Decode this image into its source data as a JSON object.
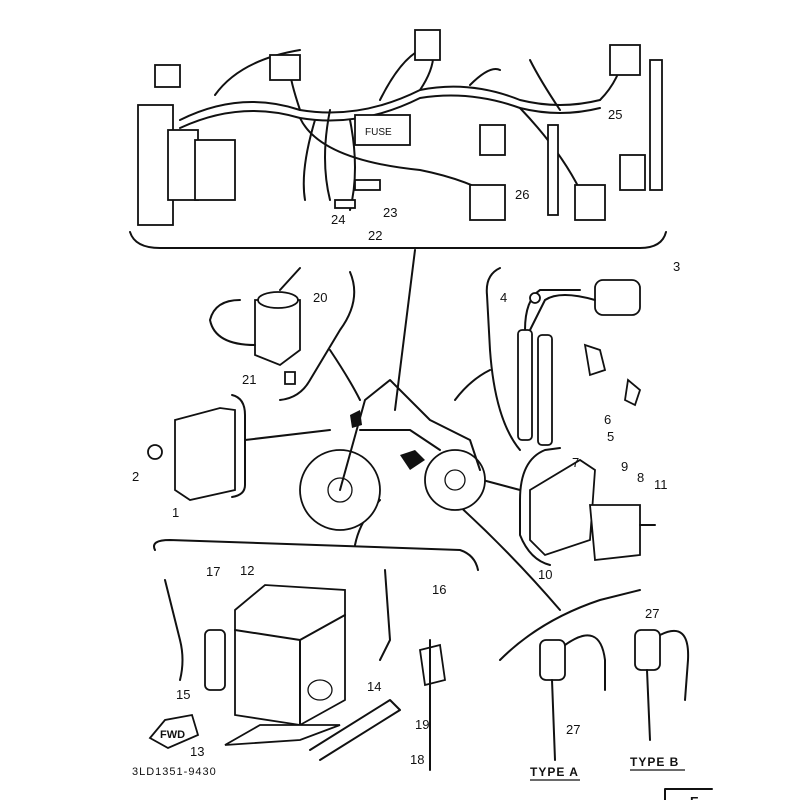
{
  "diagram": {
    "title_code": "3LD1351-9430",
    "fwd_label": "FWD",
    "fuse_label": "FUSE",
    "type_a": "TYPE A",
    "type_b": "TYPE B",
    "corner_mark": "E",
    "callouts": {
      "c1": "1",
      "c2": "2",
      "c3": "3",
      "c4": "4",
      "c5": "5",
      "c6": "6",
      "c7": "7",
      "c8": "8",
      "c9": "9",
      "c10": "10",
      "c11": "11",
      "c12": "12",
      "c13": "13",
      "c14": "14",
      "c15": "15",
      "c16": "16",
      "c17": "17",
      "c18": "18",
      "c19": "19",
      "c20": "20",
      "c21": "21",
      "c22": "22",
      "c23": "23",
      "c24": "24",
      "c25": "25",
      "c26": "26",
      "c27a": "27",
      "c27b": "27"
    }
  }
}
